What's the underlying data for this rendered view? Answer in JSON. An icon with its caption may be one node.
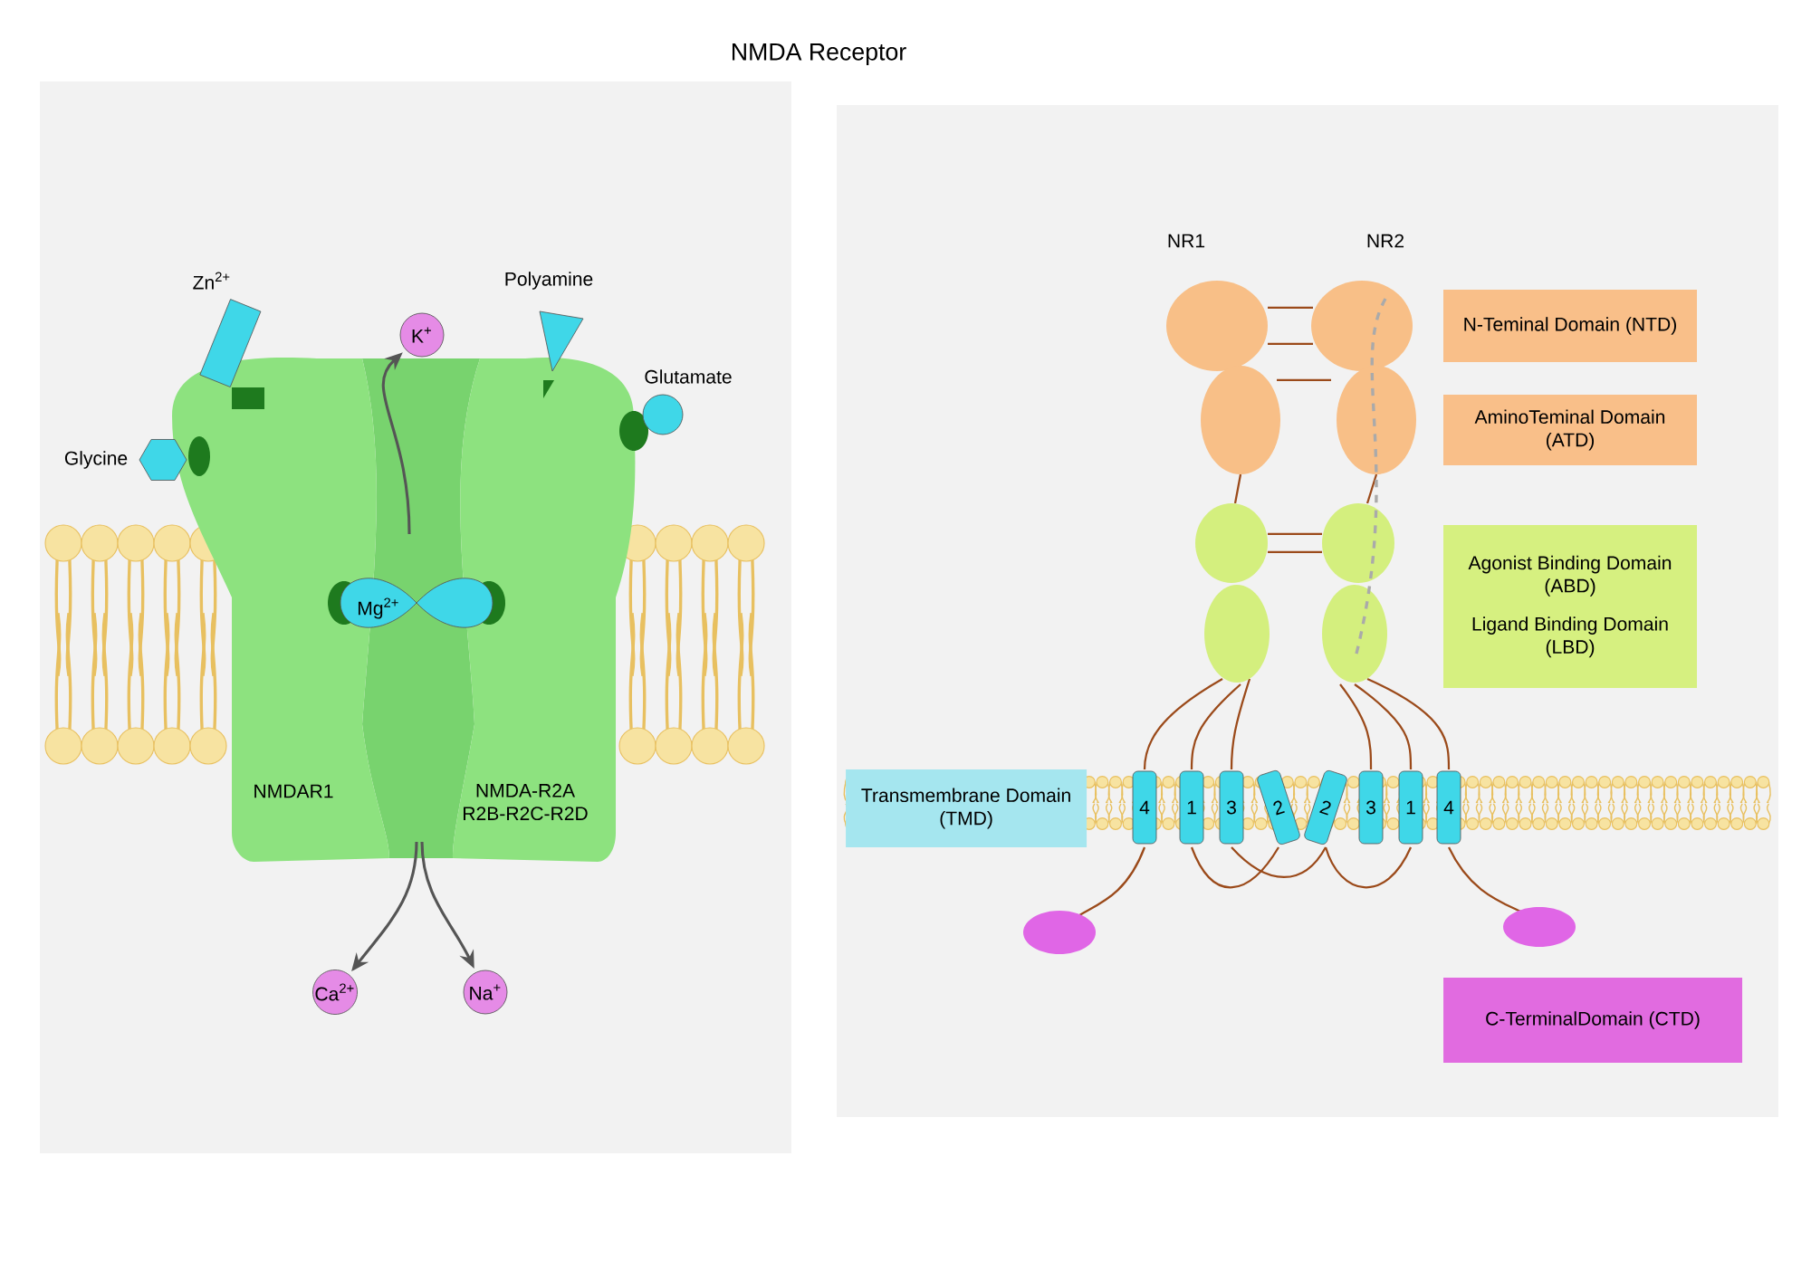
{
  "diagram": {
    "title": "NMDA Receptor",
    "nodes": [
      {
        "text": [
          "Zn$^{2+}$"
        ]
      },
      {
        "text": [
          "Polyamine"
        ]
      },
      {
        "text": [
          "Glutamate"
        ]
      },
      {
        "text": [
          "Glycine"
        ]
      },
      {
        "text": [
          "K$^{+}$"
        ]
      },
      {
        "text": [
          "Mg$^{2+}$"
        ]
      },
      {
        "text": [
          "NMDAR1"
        ]
      },
      {
        "text": [
          "NMDA-R2A R2B-R2C-R2D"
        ]
      },
      {
        "text": [
          "Ca$^{2+}$"
        ]
      },
      {
        "text": [
          "Na$^{+}$"
        ]
      },
      {
        "text": [
          "N-Teminal Domain (NTD)"
        ]
      },
      {
        "text": [
          "AminoTeminal Domain (ATD)"
        ]
      },
      {
        "text": [
          "Agonist Binding Domain (ABD)",
          "Ligand Binding Domain (LBD)"
        ]
      },
      {
        "text": [
          "Transmembrane Domain (TMD)"
        ]
      },
      {
        "text": [
          "C-TerminalDomain (CTD)"
        ]
      },
      {
        "text": [
          "4"
        ]
      },
      {
        "text": [
          "1"
        ]
      },
      {
        "text": [
          "3"
        ]
      },
      {
        "text": [
          "2"
        ]
      },
      {
        "text": [
          "2"
        ]
      },
      {
        "text": [
          "3"
        ]
      },
      {
        "text": [
          "1"
        ]
      },
      {
        "text": [
          "4"
        ]
      }
    ],
    "edges": [
      {
        "from": null,
        "to": 4,
        "arrow": "to"
      },
      {
        "from": null,
        "to": 8,
        "arrow": "to"
      },
      {
        "from": null,
        "to": 9,
        "arrow": "to"
      }
    ],
    "labels": [
      "NR1",
      "NR2"
    ]
  }
}
